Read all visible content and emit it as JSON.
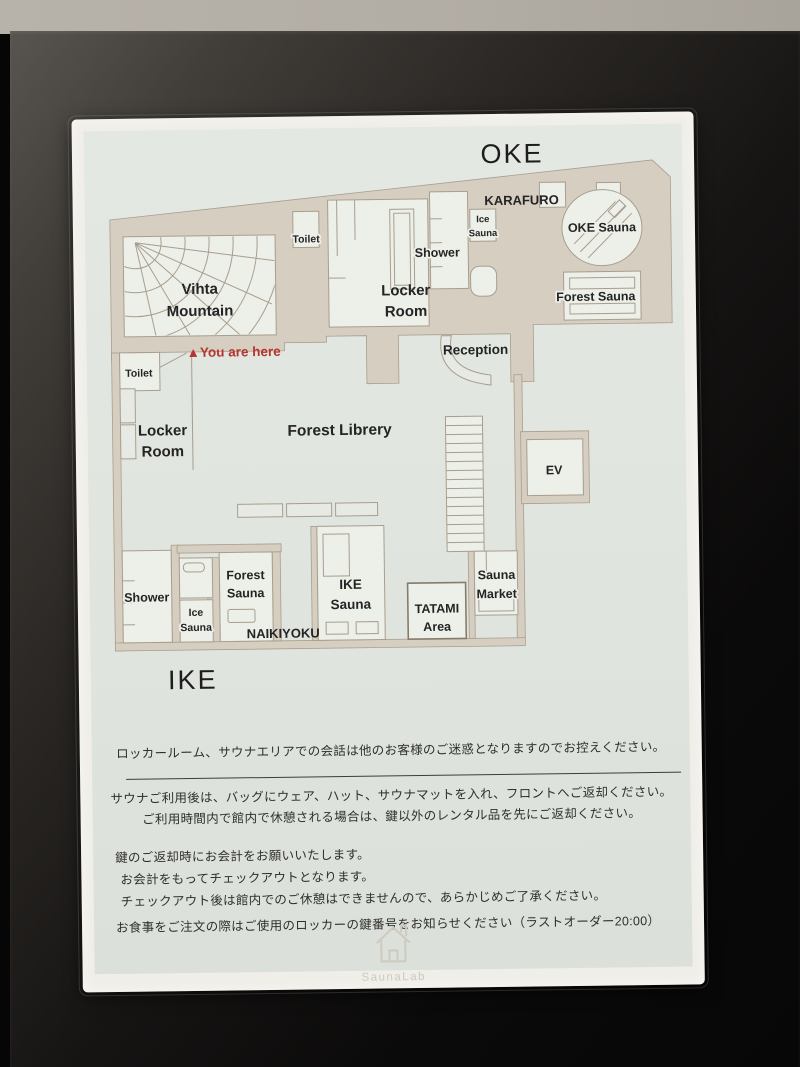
{
  "map": {
    "upper_title": "OKE",
    "lower_title": "IKE",
    "you_are_here": "▲You are here",
    "rooms": {
      "vihta_line1": "Vihta",
      "vihta_line2": "Mountain",
      "toilet_upper": "Toilet",
      "locker_upper_line1": "Locker",
      "locker_upper_line2": "Room",
      "shower_upper": "Shower",
      "ice_upper_line1": "Ice",
      "ice_upper_line2": "Sauna",
      "karafuro": "KARAFURO",
      "oke_sauna": "OKE Sauna",
      "forest_sauna_upper": "Forest Sauna",
      "reception": "Reception",
      "toilet_lower": "Toilet",
      "locker_lower_line1": "Locker",
      "locker_lower_line2": "Room",
      "forest_librery": "Forest Librery",
      "ev": "EV",
      "shower_lower": "Shower",
      "ice_lower_line1": "Ice",
      "ice_lower_line2": "Sauna",
      "forest_lower_line1": "Forest",
      "forest_lower_line2": "Sauna",
      "naikiyoku": "NAIKIYOKU",
      "ike_sauna_line1": "IKE",
      "ike_sauna_line2": "Sauna",
      "tatami_line1": "TATAMI",
      "tatami_line2": "Area",
      "sauna_market_line1": "Sauna",
      "sauna_market_line2": "Market"
    }
  },
  "notices": {
    "quiet": "ロッカールーム、サウナエリアでの会話は他のお客様のご迷惑となりますのでお控えください。",
    "return1": "サウナご利用後は、バッグにウェア、ハット、サウナマットを入れ、フロントへご返却ください。",
    "return2": "ご利用時間内で館内で休憩される場合は、鍵以外のレンタル品を先にご返却ください。",
    "checkout1": "鍵のご返却時にお会計をお願いいたします。",
    "checkout2": "お会計をもってチェックアウトとなります。",
    "checkout3": "チェックアウト後は館内でのご休憩はできませんので、あらかじめご了承ください。",
    "meal": "お食事をご注文の際はご使用のロッカーの鍵番号をお知らせください（ラストオーダー20:00）"
  },
  "logo": {
    "name": "SaunaLab"
  },
  "colors": {
    "accent_red": "#b7342f",
    "wall_beige": "#d6cec0",
    "plan_line": "#a89e8e",
    "paper": "#f0eee8",
    "map_background": "#e2e6e0",
    "display_panel": "#1a1817"
  }
}
